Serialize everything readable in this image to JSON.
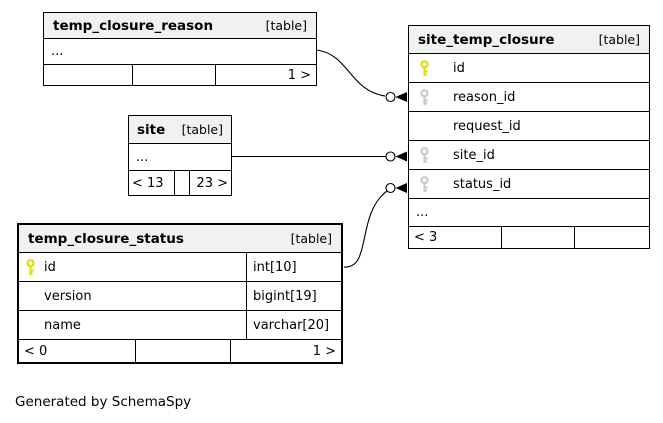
{
  "diagram": {
    "credit": "Generated by SchemaSpy",
    "colors": {
      "header_bg": "#f1f1f1",
      "pk_key": "#dede00",
      "fk_key": "#c9c9c9"
    }
  },
  "tables": {
    "temp_closure_reason": {
      "name": "temp_closure_reason",
      "badge": "[table]",
      "ellipsis": "...",
      "footer": {
        "left": "",
        "mid": "",
        "right": "1 >"
      }
    },
    "site": {
      "name": "site",
      "badge": "[table]",
      "ellipsis": "...",
      "footer": {
        "left": "< 13",
        "mid": "",
        "right": "23 >"
      }
    },
    "temp_closure_status": {
      "name": "temp_closure_status",
      "badge": "[table]",
      "columns": [
        {
          "name": "id",
          "type": "int[10]",
          "key": "primary"
        },
        {
          "name": "version",
          "type": "bigint[19]",
          "key": "none"
        },
        {
          "name": "name",
          "type": "varchar[20]",
          "key": "none"
        }
      ],
      "footer": {
        "left": "< 0",
        "mid": "",
        "right": "1 >"
      }
    },
    "site_temp_closure": {
      "name": "site_temp_closure",
      "badge": "[table]",
      "columns": [
        {
          "name": "id",
          "key": "primary"
        },
        {
          "name": "reason_id",
          "key": "foreign"
        },
        {
          "name": "request_id",
          "key": "none"
        },
        {
          "name": "site_id",
          "key": "foreign"
        },
        {
          "name": "status_id",
          "key": "foreign"
        }
      ],
      "ellipsis": "...",
      "footer": {
        "left": "< 3",
        "mid": "",
        "right": ""
      }
    }
  },
  "relationships": [
    {
      "from": "temp_closure_reason",
      "to": "site_temp_closure.reason_id"
    },
    {
      "from": "site",
      "to": "site_temp_closure.site_id"
    },
    {
      "from": "temp_closure_status.id",
      "to": "site_temp_closure.status_id"
    }
  ]
}
